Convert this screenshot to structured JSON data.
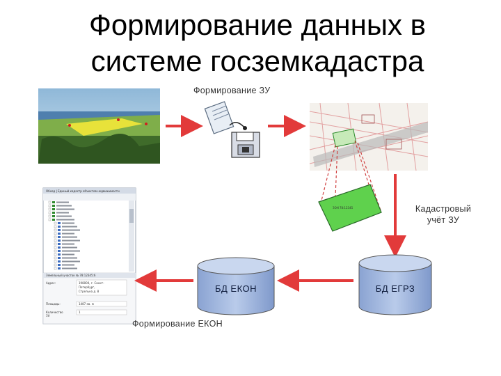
{
  "title": {
    "line1": "Формирование данных в",
    "line2": "системе госземкадастра"
  },
  "labels": {
    "formirovanie_zu": "Формирование ЗУ",
    "kadastroviy_line1": "Кадастровый",
    "kadastroviy_line2": "учёт ЗУ",
    "formirovanie_ekon": "Формирование ЕКОН"
  },
  "databases": {
    "ekon": "БД ЕКОН",
    "egrz": "БД ЕГРЗ"
  },
  "colors": {
    "arrow": "#e23a3a",
    "db_fill": "#9fb6df",
    "db_top": "#c9d7ef",
    "map_parcel": "#59c34a",
    "map_line": "#e2a0a0"
  },
  "icons": {
    "photo": "landscape-photo",
    "document": "document-icon",
    "floppy": "floppy-disk-icon",
    "map": "cadastral-map-icon",
    "parcel": "parcel-icon",
    "app_window": "application-window-icon"
  }
}
